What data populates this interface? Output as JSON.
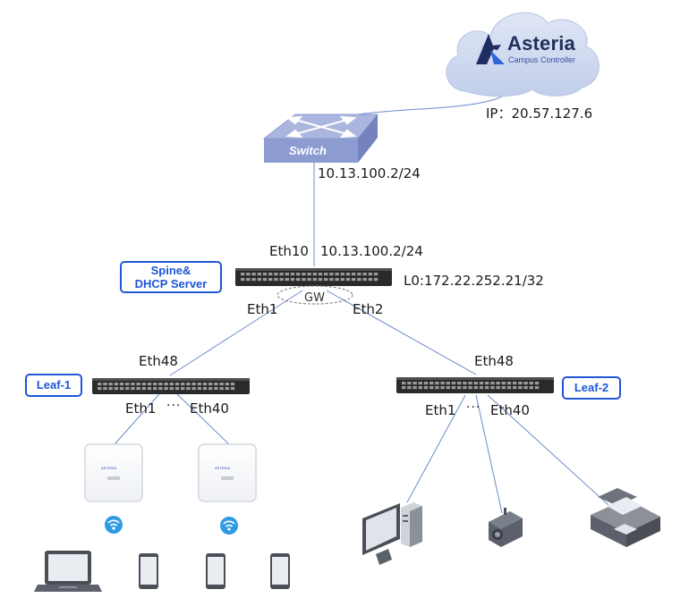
{
  "controller": {
    "brand": "Asteria",
    "subtitle": "Campus Controller",
    "ip_label": "IP：20.57.127.6"
  },
  "switch": {
    "name": "Switch",
    "uplink_ip": "10.13.100.2/24"
  },
  "spine": {
    "tag_line1": "Spine&",
    "tag_line2": "DHCP Server",
    "port_uplink": "Eth10",
    "uplink_ip": "10.13.100.2/24",
    "loopback": "L0:172.22.252.21/32",
    "gateway": "GW",
    "port_left": "Eth1",
    "port_right": "Eth2"
  },
  "leaf1": {
    "tag": "Leaf-1",
    "port_uplink": "Eth48",
    "port_first": "Eth1",
    "port_last": "Eth40",
    "ellipsis": "···"
  },
  "leaf2": {
    "tag": "Leaf-2",
    "port_uplink": "Eth48",
    "port_first": "Eth1",
    "port_last": "Eth40",
    "ellipsis": "···"
  },
  "access_points": [
    {
      "logo_text": "ASTERIA"
    },
    {
      "logo_text": "ASTERIA"
    }
  ],
  "colors": {
    "tag_blue": "#1e56d6",
    "cloud": "#c9d6ee",
    "switch_top": "#aab6de",
    "switch_side": "#8c9bd0",
    "line": "#6a8cc8"
  }
}
